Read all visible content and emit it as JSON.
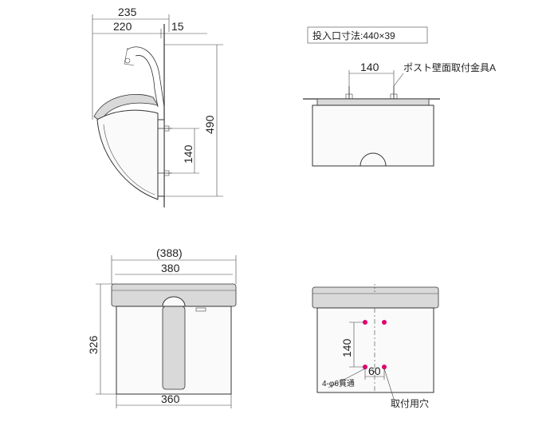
{
  "side_view": {
    "dims": [
      "235",
      "220",
      "15",
      "490",
      "140"
    ]
  },
  "opening_view": {
    "caption": "投入口寸法:440×39",
    "dim_140": "140",
    "bracket_label": "ポスト壁面取付金具A"
  },
  "front_view": {
    "dims": [
      "(388)",
      "380",
      "326",
      "360"
    ]
  },
  "back_view": {
    "dim_140": "140",
    "dim_60": "60",
    "hole_label": "4-φ6貫通",
    "mount_label": "取付用穴"
  },
  "colors": {
    "accent": "#e0006f",
    "line": "#333333"
  }
}
